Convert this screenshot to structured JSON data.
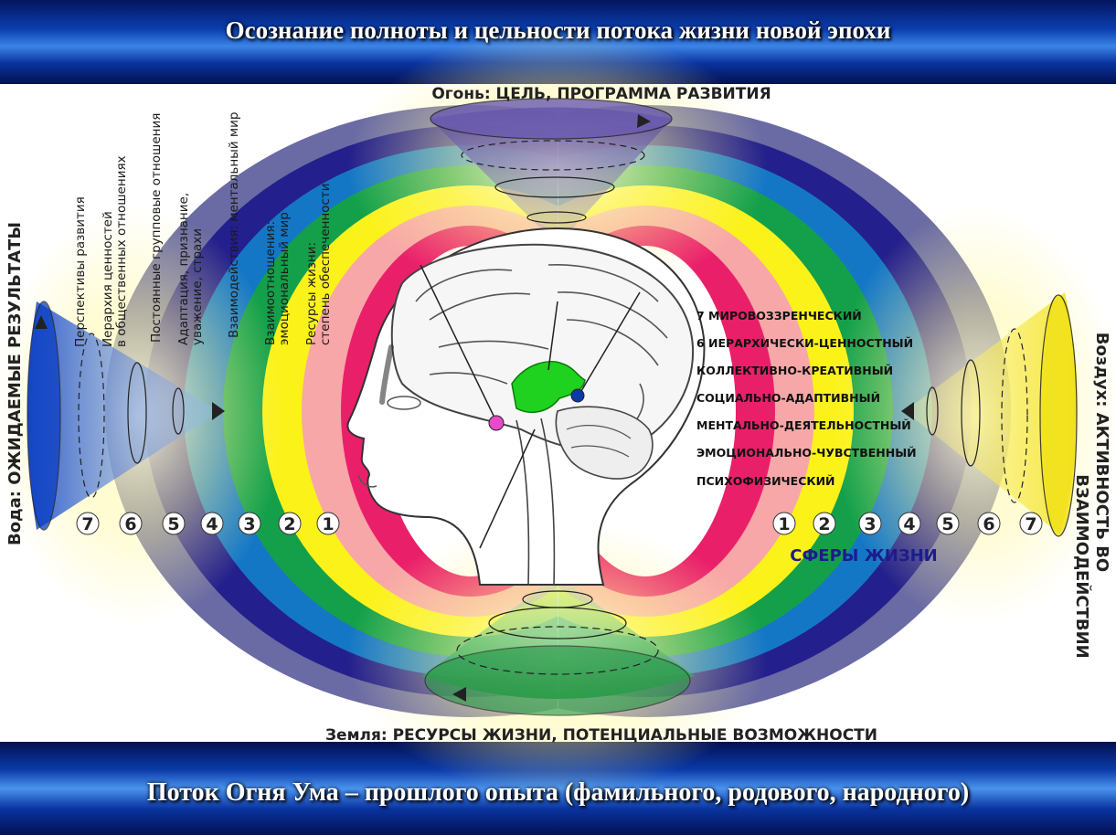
{
  "header": {
    "title": "Осознание полноты и цельности потока жизни новой эпохи"
  },
  "footer": {
    "title": "Поток Огня Ума – прошлого опыта (фамильного, родового, народного)"
  },
  "elements": {
    "fire": "Огонь: ЦЕЛЬ, ПРОГРАММА РАЗВИТИЯ",
    "earth": "Земля: РЕСУРСЫ ЖИЗНИ, ПОТЕНЦИАЛЬНЫЕ ВОЗМОЖНОСТИ",
    "water": "Вода: ОЖИДАЕМЫЕ РЕЗУЛЬТАТЫ",
    "air_line1": "Воздух: АКТИВНОСТЬ  ВО",
    "air_line2": "ВЗАИМОДЕЙСТВИИ"
  },
  "left_labels": [
    [
      "Перспективы развития"
    ],
    [
      "Иерархия ценностей",
      "в общественных отношениях"
    ],
    [
      "Постоянные групповые отношения"
    ],
    [
      "Адаптация, признание,",
      "уважение, страхи"
    ],
    [
      "Взаимодействия: ментальный мир"
    ],
    [
      "Взаимоотношения:",
      "эмоциональный мир"
    ],
    [
      "Ресурсы жизни:",
      "степень обеспеченности"
    ]
  ],
  "spheres": [
    "7 МИРОВОЗЗРЕНЧЕСКИЙ",
    "6 ИЕРАРХИЧЕСКИ-ЦЕННОСТНЫЙ",
    "КОЛЛЕКТИВНО-КРЕАТИВНЫЙ",
    "СОЦИАЛЬНО-АДАПТИВНЫЙ",
    "МЕНТАЛЬНО-ДЕЯТЕЛЬНОСТНЫЙ",
    "ЭМОЦИОНАЛЬНО-ЧУВСТВЕННЫЙ",
    "ПСИХОФИЗИЧЕСКИЙ"
  ],
  "spheres_title": "СФЕРЫ ЖИЗНИ",
  "numbers_left": [
    "7",
    "6",
    "5",
    "4",
    "3",
    "2",
    "1"
  ],
  "numbers_right": [
    "1",
    "2",
    "3",
    "4",
    "5",
    "6",
    "7"
  ],
  "band_colors": [
    "#6a6aa4",
    "#231f8c",
    "#1477c6",
    "#14a04a",
    "#fbf21a",
    "#f7a7a7",
    "#ea1f6a"
  ],
  "colors": {
    "brain_highlight": "#1fd21f",
    "band_blue": "#0a3aa8",
    "glow": "#fffcc0"
  }
}
